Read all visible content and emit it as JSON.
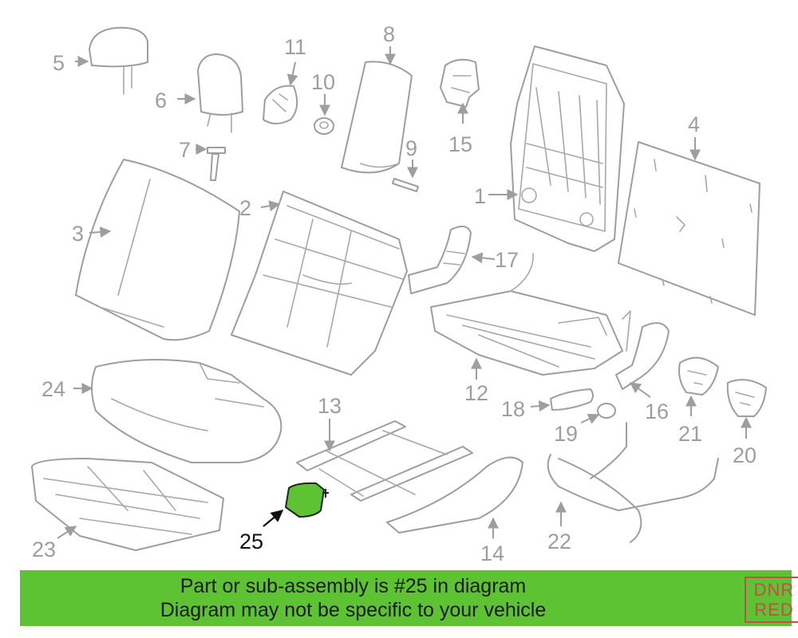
{
  "diagram": {
    "callouts": {
      "n1": "1",
      "n2": "2",
      "n3": "3",
      "n4": "4",
      "n5": "5",
      "n6": "6",
      "n7": "7",
      "n8": "8",
      "n9": "9",
      "n10": "10",
      "n11": "11",
      "n12": "12",
      "n13": "13",
      "n14": "14",
      "n15": "15",
      "n16": "16",
      "n17": "17",
      "n18": "18",
      "n19": "19",
      "n20": "20",
      "n21": "21",
      "n22": "22",
      "n23": "23",
      "n24": "24",
      "n25": "25"
    },
    "highlighted_part": "25",
    "highlight_color": "#5ec332",
    "line_color": "#9e9e9e"
  },
  "banner": {
    "line1": "Part or sub-assembly is #25 in diagram",
    "line2": "Diagram may not be specific to your vehicle",
    "background_color": "#5ec332"
  },
  "logo": {
    "line1": "DNR",
    "line2": "RED",
    "color": "#c44d4d"
  }
}
